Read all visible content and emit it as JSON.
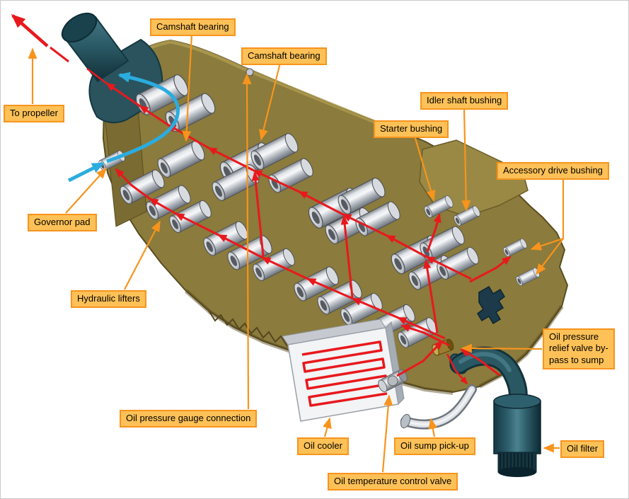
{
  "figure": {
    "colors": {
      "label_bg": "#fdc157",
      "label_border": "#f7941d",
      "leader_line": "#f7941d",
      "oil_flow_red": "#e8191d",
      "inlet_flow_blue": "#2bacdf",
      "crankcase_gold": "#8b7b3c",
      "filter_teal": "#2e5f6c"
    },
    "labels": [
      {
        "id": "to-propeller",
        "text": "To propeller"
      },
      {
        "id": "camshaft-bearing-top",
        "text": "Camshaft bearing"
      },
      {
        "id": "camshaft-bearing-mid",
        "text": "Camshaft bearing"
      },
      {
        "id": "governor-pad",
        "text": "Governor pad"
      },
      {
        "id": "hydraulic-lifters",
        "text": "Hydraulic lifters"
      },
      {
        "id": "idler-shaft-bushing",
        "text": "Idler shaft bushing"
      },
      {
        "id": "starter-bushing",
        "text": "Starter bushing"
      },
      {
        "id": "accessory-drive-bushing",
        "text": "Accessory drive bushing"
      },
      {
        "id": "oil-pressure-gauge-connection",
        "text": "Oil pressure gauge connection"
      },
      {
        "id": "oil-cooler",
        "text": "Oil cooler"
      },
      {
        "id": "oil-sump-pick-up",
        "text": "Oil sump pick-up"
      },
      {
        "id": "oil-temperature-control-valve",
        "text": "Oil temperature control valve"
      },
      {
        "id": "oil-pressure-relief-valve-bypass",
        "text": "Oil pressure relief valve by-pass to sump"
      },
      {
        "id": "oil-filter",
        "text": "Oil filter"
      }
    ]
  }
}
